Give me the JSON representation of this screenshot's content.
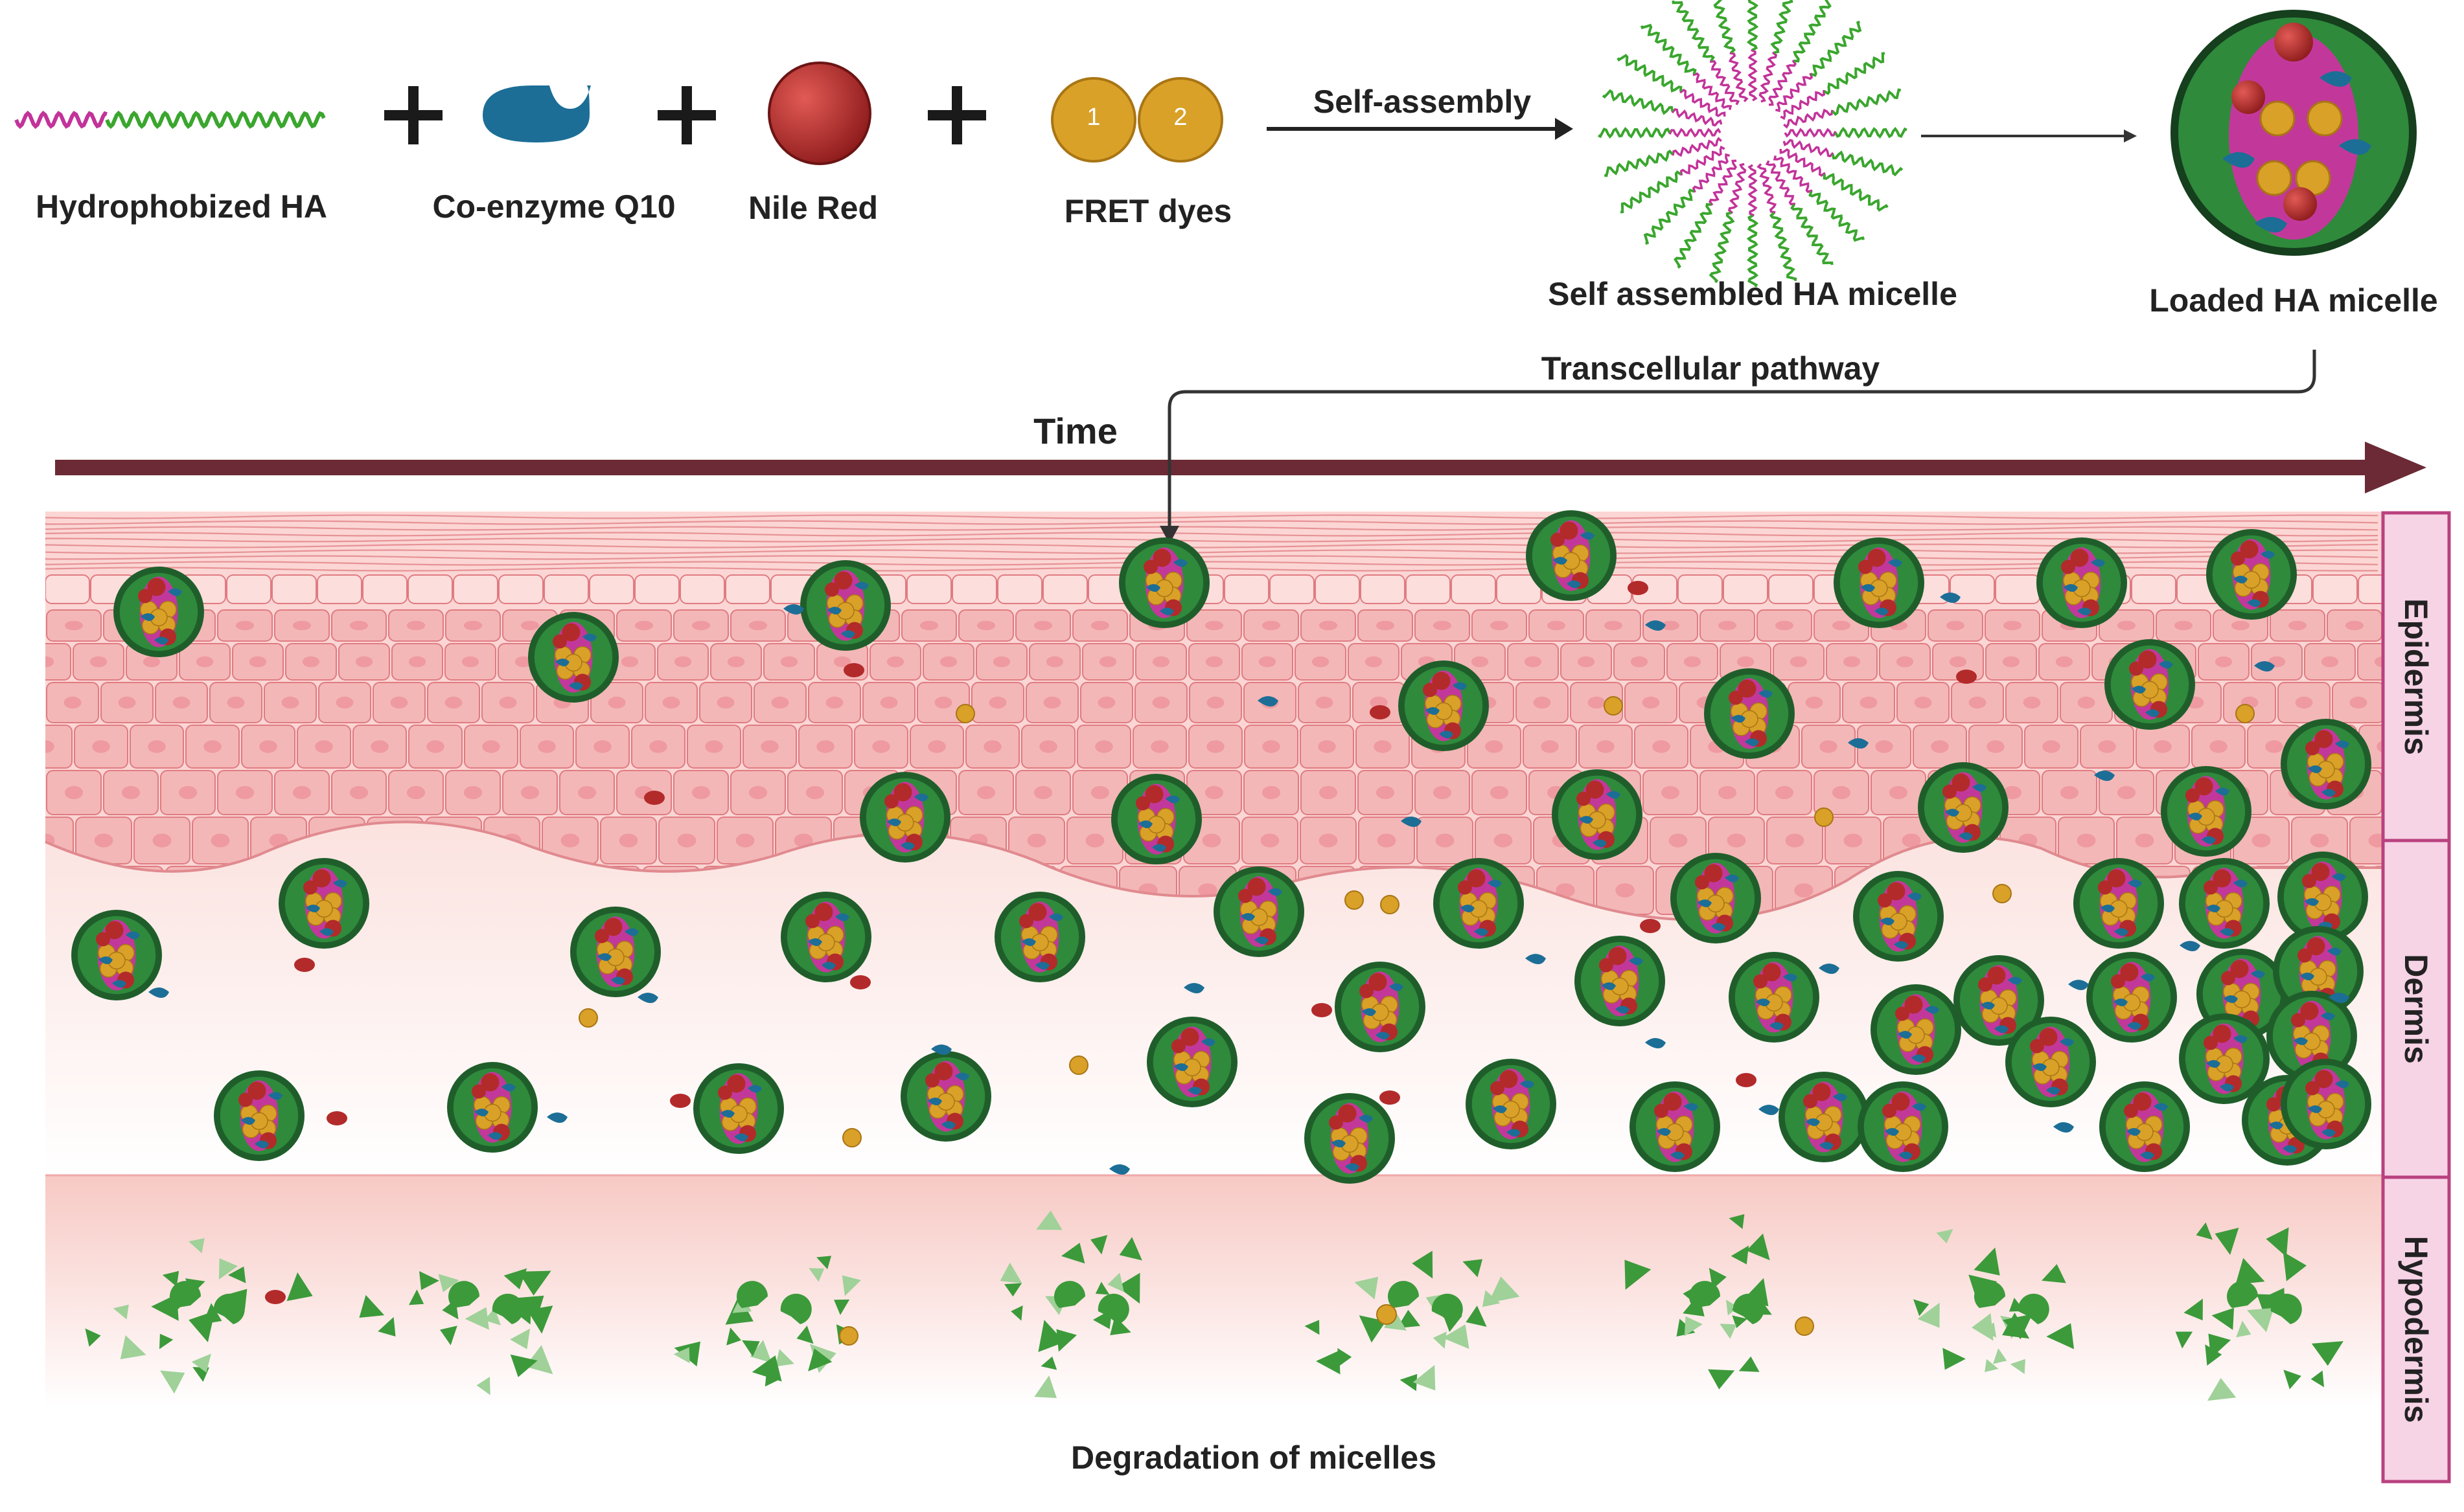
{
  "legend": {
    "hydrophobized_ha": "Hydrophobized HA",
    "coenzyme_q10": "Co-enzyme Q10",
    "nile_red": "Nile Red",
    "fret_dyes": "FRET dyes",
    "fret_dye_1": "1",
    "fret_dye_2": "2"
  },
  "process": {
    "self_assembly": "Self-assembly",
    "self_assembled_micelle": "Self assembled HA micelle",
    "loaded_micelle": "Loaded HA micelle",
    "transcellular_pathway": "Transcellular pathway"
  },
  "axis": {
    "time": "Time"
  },
  "layers": {
    "epidermis": "Epidermis",
    "dermis": "Dermis",
    "hypodermis": "Hypodermis"
  },
  "footer": {
    "degradation": "Degradation of micelles"
  },
  "colors": {
    "ha_green": "#3aa62e",
    "ha_magenta": "#c2339a",
    "micelle_dark": "#1f5e2a",
    "micelle_shell": "#2f8a3c",
    "core_pink": "#c2389a",
    "q10_blue": "#1c6e96",
    "nile_red": "#b32a2a",
    "fret_gold": "#d9a128",
    "skin_pink": "#f3b7b7",
    "skin_line": "#e07b82",
    "layer_box": "#f7d3e6",
    "layer_border": "#b9417f",
    "time_arrow": "#6b2a35"
  }
}
